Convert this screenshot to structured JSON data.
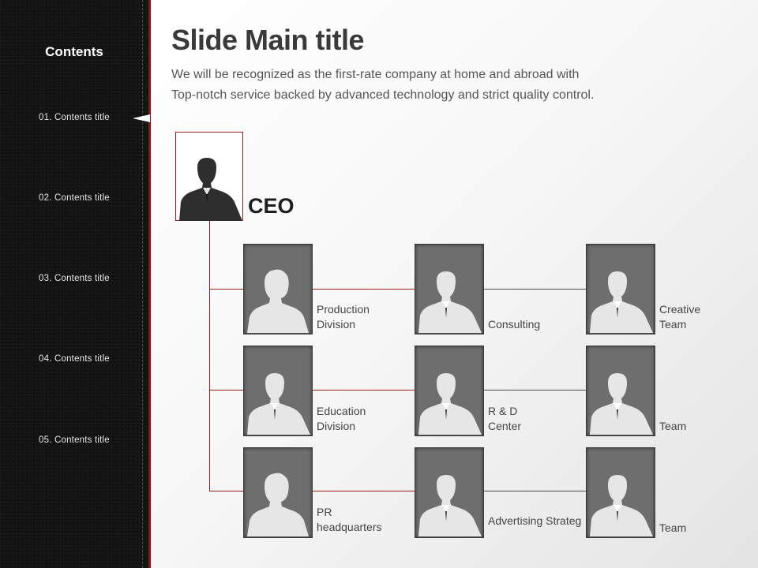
{
  "sidebar": {
    "heading": "Contents",
    "items": [
      {
        "label": "01. Contents title"
      },
      {
        "label": "02. Contents title"
      },
      {
        "label": "03. Contents title"
      },
      {
        "label": "04. Contents title"
      },
      {
        "label": "05. Contents title"
      }
    ],
    "active_index": 0
  },
  "slide": {
    "title": "Slide Main title",
    "subtitle_lines": [
      "We will be recognized as the first-rate company at home and abroad with",
      "Top-notch service backed by advanced technology and strict quality control."
    ]
  },
  "org_chart": {
    "ceo_label": "CEO",
    "rows": [
      [
        {
          "lines": [
            "Production",
            "Division"
          ],
          "icon": "person-woman-icon"
        },
        {
          "lines": [
            "Consulting"
          ],
          "icon": "person-man-icon"
        },
        {
          "lines": [
            "Creative",
            "Team"
          ],
          "icon": "person-man-icon"
        }
      ],
      [
        {
          "lines": [
            "Education",
            "Division"
          ],
          "icon": "person-man-icon"
        },
        {
          "lines": [
            "R & D",
            "Center"
          ],
          "icon": "person-man-icon"
        },
        {
          "lines": [
            "Team"
          ],
          "icon": "person-man-icon"
        }
      ],
      [
        {
          "lines": [
            "PR",
            "headquarters"
          ],
          "icon": "person-woman-icon"
        },
        {
          "lines": [
            "Advertising Strateg"
          ],
          "icon": "person-man-icon"
        },
        {
          "lines": [
            "Team"
          ],
          "icon": "person-man-icon"
        }
      ]
    ]
  },
  "colors": {
    "accent": "#9a1e1e",
    "sidebar_bg": "#141414",
    "photo_bg": "#6e6e6e"
  }
}
